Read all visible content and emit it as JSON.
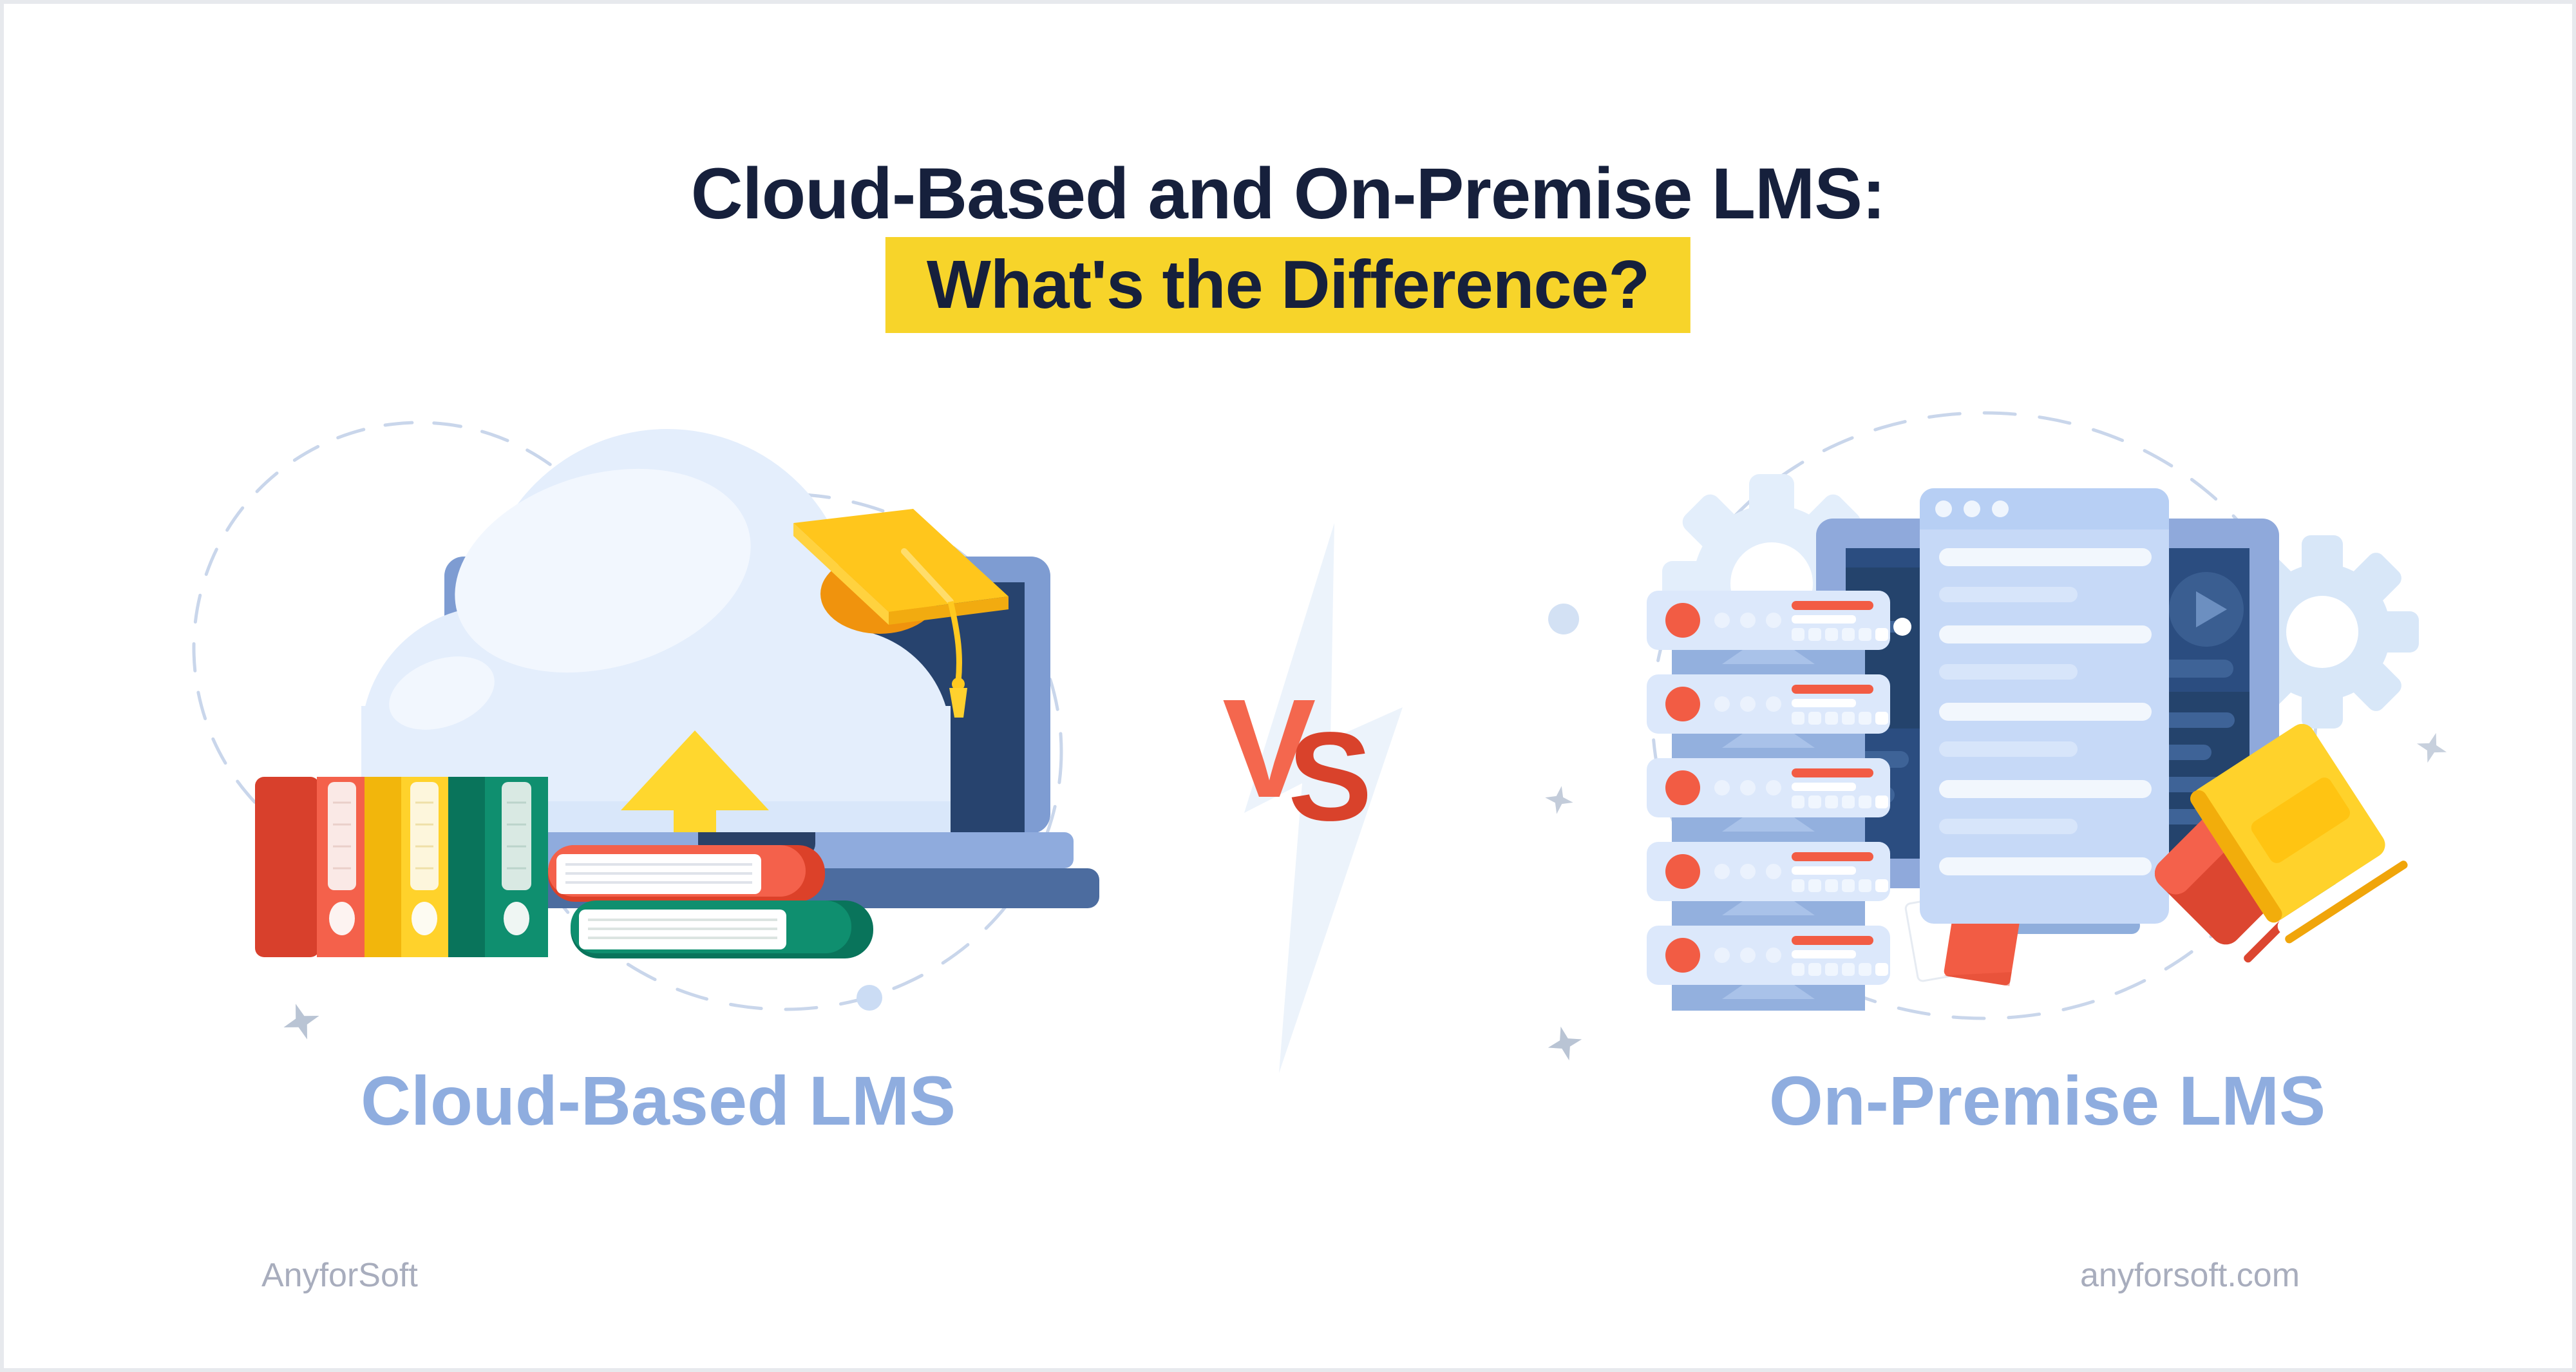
{
  "page": {
    "background": "#FFFFFF",
    "border_color": "#E7E9ED"
  },
  "header": {
    "title": "Cloud-Based and On-Premise LMS:",
    "subtitle": "What's the Difference?",
    "title_color": "#16203C",
    "highlight_bg": "#F7D42A"
  },
  "versus": {
    "v": "V",
    "s": "S",
    "v_color": "#F4674E",
    "s_color": "#D9422B"
  },
  "panels": {
    "left": {
      "caption": "Cloud-Based LMS"
    },
    "right": {
      "caption": "On-Premise LMS"
    },
    "caption_color": "#8FADDF"
  },
  "footer": {
    "brand": "AnyforSoft",
    "website": "anyforsoft.com",
    "color": "#A8ADBD"
  },
  "icons": [
    "dashed-circle",
    "sparkle-icon",
    "laptop-icon",
    "cloud-icon",
    "upload-arrow-icon",
    "graduation-cap-icon",
    "binders-icon",
    "book-icon",
    "lightning-bolt-icon",
    "gear-icon",
    "monitor-icon",
    "document-window-icon",
    "server-stack-icon",
    "sticky-note-icon"
  ],
  "palette": {
    "navy": "#27436E",
    "periwinkle": "#7E9CD2",
    "light_cloud_blue": "#E4EEFC",
    "yellow": "#FFD72E",
    "coral": "#F4614B",
    "red": "#D8402C",
    "green": "#0F8F6F",
    "server_light_blue": "#DCE8FB"
  }
}
